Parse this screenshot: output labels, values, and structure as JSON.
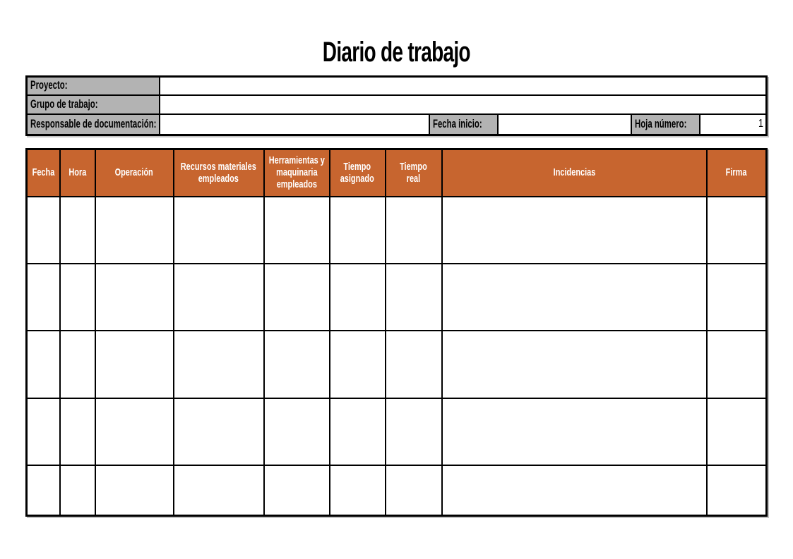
{
  "title": "Diario de trabajo",
  "colors": {
    "table_header_bg": "#C7652F",
    "table_header_text": "#FFFFFF",
    "label_bg": "#B3B3B3",
    "border": "#000000",
    "page_bg": "#FFFFFF"
  },
  "info": {
    "proyecto": {
      "label": "Proyecto:",
      "value": ""
    },
    "grupo_trabajo": {
      "label": "Grupo de trabajo:",
      "value": ""
    },
    "responsable": {
      "label": "Responsable de documentación:",
      "value": ""
    },
    "fecha_inicio": {
      "label": "Fecha inicio:",
      "value": ""
    },
    "hoja_numero": {
      "label": "Hoja número:",
      "value": "1"
    }
  },
  "table": {
    "headers": [
      "Fecha",
      "Hora",
      "Operación",
      "Recursos materiales\nempleados",
      "Herramientas y\nmaquinaria\nempleados",
      "Tiempo\nasignado",
      "Tiempo\nreal",
      "Incidencias",
      "Firma"
    ],
    "rows": [
      [
        "",
        "",
        "",
        "",
        "",
        "",
        "",
        "",
        ""
      ],
      [
        "",
        "",
        "",
        "",
        "",
        "",
        "",
        "",
        ""
      ],
      [
        "",
        "",
        "",
        "",
        "",
        "",
        "",
        "",
        ""
      ],
      [
        "",
        "",
        "",
        "",
        "",
        "",
        "",
        "",
        ""
      ],
      [
        "",
        "",
        "",
        "",
        "",
        "",
        "",
        "",
        ""
      ]
    ]
  }
}
